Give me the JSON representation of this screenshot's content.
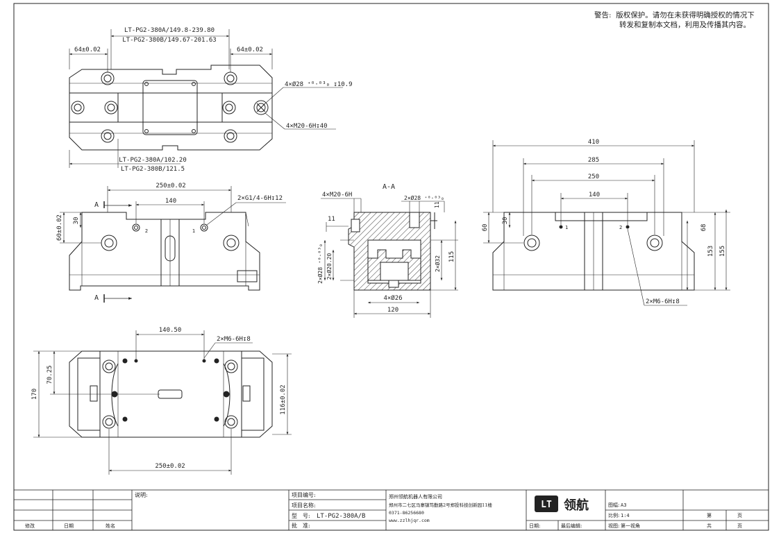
{
  "warning": {
    "label": "警告:",
    "line1": "版权保护。请勿在未获得明确授权的情况下",
    "line2": "转发和复制本文档，利用及传播其内容。"
  },
  "top_view": {
    "dim_a": "LT-PG2-380A/149.8-239.80",
    "dim_b": "LT-PG2-380B/149.67-201.63",
    "left_64": "64±0.02",
    "right_64": "64±0.02",
    "callout_bore": "4×Ø28 ⁺⁰·⁰³₀ ↧10.9",
    "callout_thread": "4×M20-6H↧40",
    "bottom_a": "LT-PG2-380A/102.20",
    "bottom_b": "LT-PG2-380B/121.5"
  },
  "front_view": {
    "dim_250": "250±0.02",
    "dim_140": "140",
    "section_a_top": "A",
    "section_a_bottom": "A",
    "dim_60": "60±0.02",
    "dim_30": "30",
    "callout_g": "2×G1/4-6H↧12",
    "port_2": "2",
    "port_1": "1"
  },
  "section_view": {
    "title": "A-A",
    "m20": "4×M20-6H",
    "bore28": "2×Ø28 ⁺⁰·⁰³₀",
    "dim_11_top": "11",
    "dim_11_left": "11",
    "dim_28_left": "2×Ø28 ⁺⁰·⁰³₀",
    "dim_20": "2×Ø20.20",
    "dim_32": "2×Ø32",
    "dim_115": "115",
    "dim_26": "4×Ø26",
    "dim_120": "120"
  },
  "right_view": {
    "dim_410": "410",
    "dim_285": "285",
    "dim_250": "250",
    "dim_140": "140",
    "dim_60": "60",
    "dim_30": "30",
    "dim_68": "68",
    "dim_153": "153",
    "dim_155": "155",
    "callout_m6": "2×M6-6H↧8",
    "mark_1": "1",
    "mark_2": "2"
  },
  "bottom_view": {
    "dim_140_50": "140.50",
    "callout_m6": "2×M6-6H↧8",
    "dim_170": "170",
    "dim_70_25": "70.25",
    "dim_116": "116±0.02",
    "dim_250": "250±0.02"
  },
  "title_block": {
    "notes_label": "说明:",
    "project_no_label": "项目编号:",
    "project_name_label": "项目名称:",
    "model_label": "型　号:",
    "model_value": "LT-PG2-380A/B",
    "approve_label": "批　准:",
    "company": "郑州领航机器人有限公司",
    "address": "郑州市二七区马寨镇笃勤路2号郑投科技创新园11楼",
    "phone": "0371-86256680",
    "website": "www.zzlhjqr.com",
    "logo_text": "LT",
    "brand": "领航",
    "drawing_no_label": "图幅:",
    "drawing_no_value": "A3",
    "scale_label": "比例:",
    "scale_value": "1:4",
    "view_label": "视图:",
    "view_value": "第一视角",
    "page_label": "第",
    "page_unit": "页",
    "total_label": "共",
    "total_unit": "页",
    "date_label": "日期:",
    "editor_label": "最后编辑:",
    "rev_label": "修改",
    "date_col": "日期",
    "name_col": "姓名"
  }
}
